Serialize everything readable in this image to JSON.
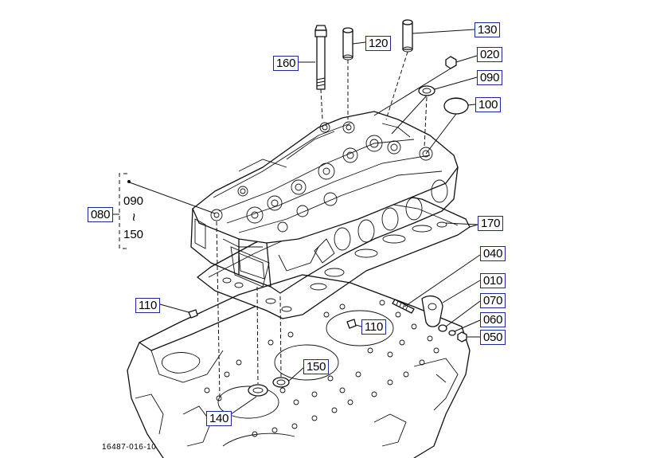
{
  "drawing_number": "16487-016-10",
  "callouts": {
    "c130": "130",
    "c120": "120",
    "c160": "160",
    "c020": "020",
    "c090": "090",
    "c100": "100",
    "c080": "080",
    "c170": "170",
    "c040": "040",
    "c010": "010",
    "c070": "070",
    "c060": "060",
    "c050": "050",
    "c110a": "110",
    "c110b": "110",
    "c150": "150",
    "c140": "140"
  },
  "range": {
    "from": "090",
    "sep": "~",
    "to": "150"
  },
  "colors": {
    "callout_border": "#1a2a9a",
    "line": "#111111"
  }
}
